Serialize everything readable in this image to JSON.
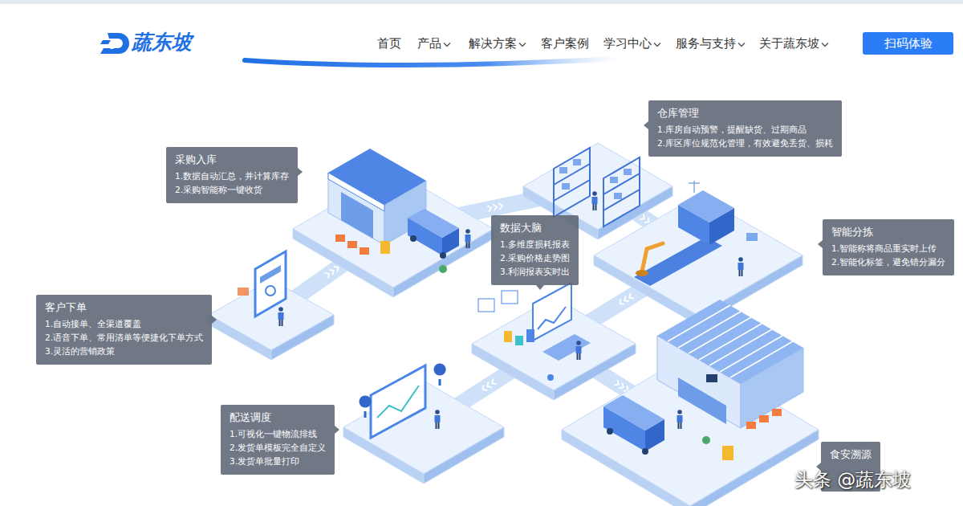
{
  "diagram": {
    "nodes": [
      {
        "text": [
          "扫码体验"
        ]
      },
      {
        "text": [
          "仓库管理",
          "1.库房自动预警，提醒缺货、过期商品",
          "2.库区库位规范化管理，有效避免丢货、损耗"
        ]
      },
      {
        "text": [
          "采购入库",
          "1.数据自动汇总，并计算库存",
          "2.采购智能称一键收货"
        ]
      },
      {
        "text": [
          "数据大脑",
          "1.多维度损耗报表",
          "2.采购价格走势图",
          "3.利润报表实时出"
        ]
      },
      {
        "text": [
          "智能分拣",
          "1.智能称将商品重实时上传",
          "2.智能化标签，避免错分漏分"
        ]
      },
      {
        "text": [
          "客户下单",
          "1.自动接单、全渠道覆盖",
          "2.语音下单、常用清单等便捷化下单方式",
          "3.灵活的营销政策"
        ]
      },
      {
        "text": [
          "配送调度",
          "1.可视化一键物流排线",
          "2.发货单模板完全自定义",
          "3.发货单批量打印"
        ]
      },
      {
        "text": [
          "食安溯源"
        ]
      }
    ],
    "labels": [
      "蔬东坡",
      "首页",
      "产品",
      "解决方案",
      "客户案例",
      "学习中心",
      "服务与支持",
      "关于蔬东坡",
      "头条 @蔬东坡"
    ]
  }
}
